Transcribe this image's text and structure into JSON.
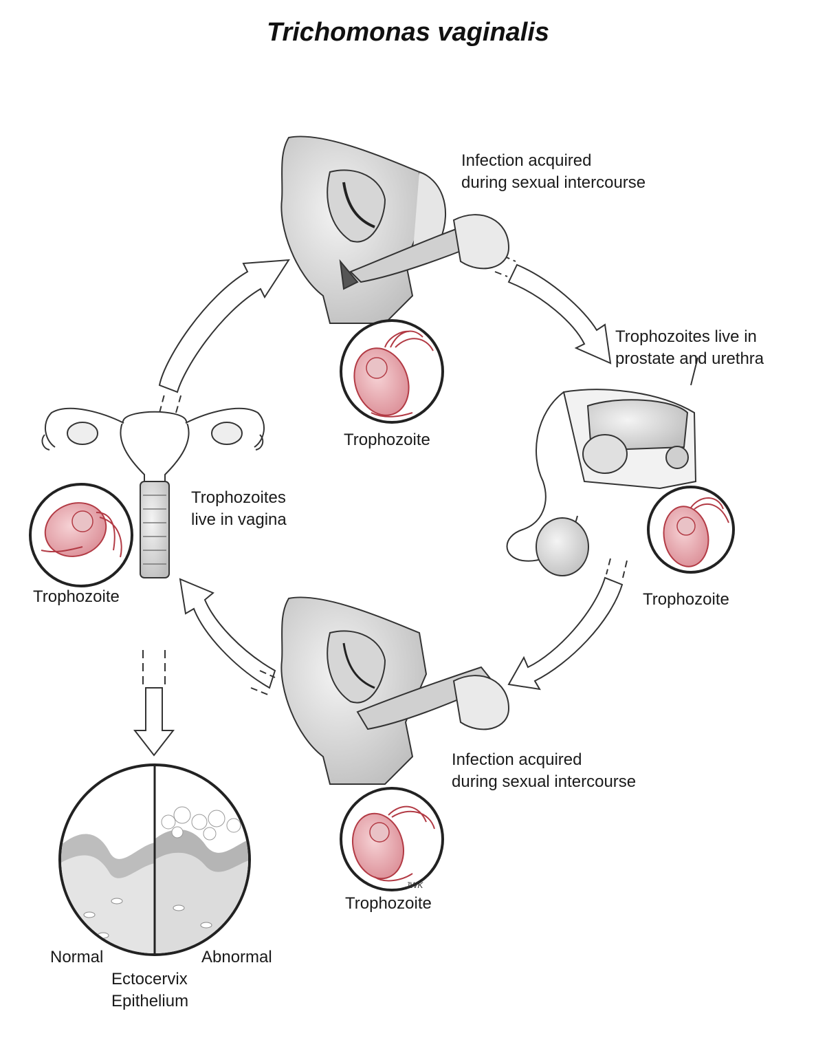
{
  "title": "Trichomonas vaginalis",
  "labels": {
    "infection_top_1": "Infection acquired",
    "infection_top_2": "during sexual intercourse",
    "tropho_top": "Trophozoite",
    "male_site_1": "Trophozoites live in",
    "male_site_2": "prostate and urethra",
    "tropho_right": "Trophozoite",
    "vagina_site_1": "Trophozoites",
    "vagina_site_2": "live in vagina",
    "tropho_left": "Trophozoite",
    "infection_bottom_1": "Infection acquired",
    "infection_bottom_2": "during sexual intercourse",
    "tropho_bottom": "Trophozoite",
    "normal": "Normal",
    "abnormal": "Abnormal",
    "ecto_1": "Ectocervix",
    "ecto_2": "Epithelium",
    "signature": "JWK"
  },
  "colors": {
    "trophozoite_fill": "#e8a9ae",
    "flagella": "#b23a44",
    "line": "#333333",
    "tissue_gray": "#c9c9c9"
  }
}
